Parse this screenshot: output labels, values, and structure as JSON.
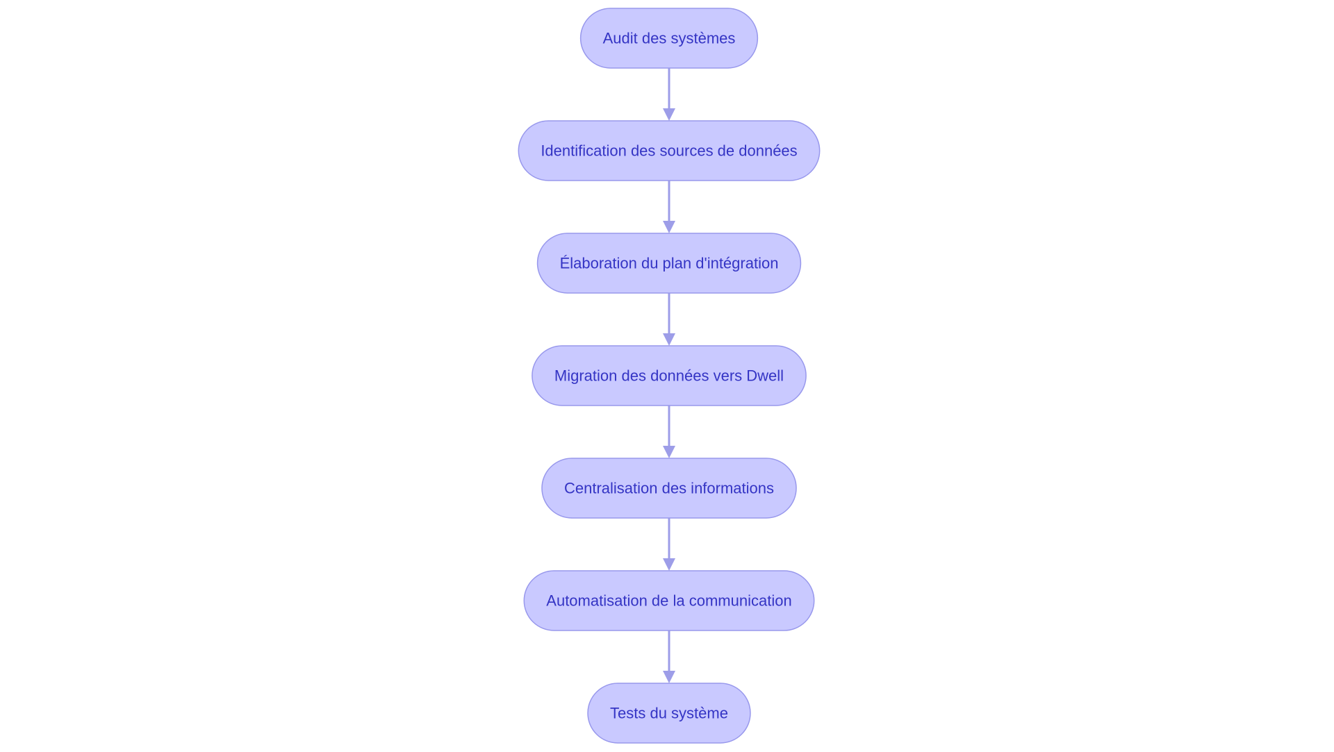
{
  "diagram": {
    "type": "flowchart",
    "direction": "top-to-bottom",
    "colors": {
      "node_fill": "#c9c9ff",
      "node_border": "#9898ec",
      "node_text": "#3434c4",
      "edge": "#9d9de8",
      "background": "#ffffff"
    },
    "nodes": [
      {
        "id": "n1",
        "label": "Audit des systèmes"
      },
      {
        "id": "n2",
        "label": "Identification des sources de données"
      },
      {
        "id": "n3",
        "label": "Élaboration du plan d'intégration"
      },
      {
        "id": "n4",
        "label": "Migration des données vers Dwell"
      },
      {
        "id": "n5",
        "label": "Centralisation des informations"
      },
      {
        "id": "n6",
        "label": "Automatisation de la communication"
      },
      {
        "id": "n7",
        "label": "Tests du système"
      }
    ],
    "edges": [
      {
        "from": "n1",
        "to": "n2"
      },
      {
        "from": "n2",
        "to": "n3"
      },
      {
        "from": "n3",
        "to": "n4"
      },
      {
        "from": "n4",
        "to": "n5"
      },
      {
        "from": "n5",
        "to": "n6"
      },
      {
        "from": "n6",
        "to": "n7"
      }
    ]
  }
}
